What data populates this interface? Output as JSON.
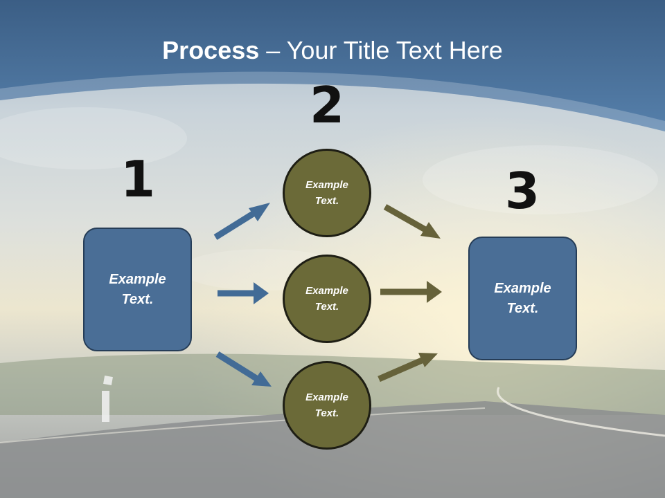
{
  "slide": {
    "title_bold": "Process",
    "title_rest": " – Your Title Text Here"
  },
  "steps": {
    "one": "1",
    "two": "2",
    "three": "3"
  },
  "boxes": {
    "left": "Example\nText.",
    "right": "Example\nText."
  },
  "circles": {
    "top": "Example\nText.",
    "middle": "Example\nText.",
    "bottom": "Example\nText."
  },
  "colors": {
    "header_blue": "#4a7199",
    "box_blue": "#4a6e96",
    "circle_olive": "#6b6a38",
    "arrow_blue": "#426b96",
    "arrow_olive": "#66623a"
  }
}
